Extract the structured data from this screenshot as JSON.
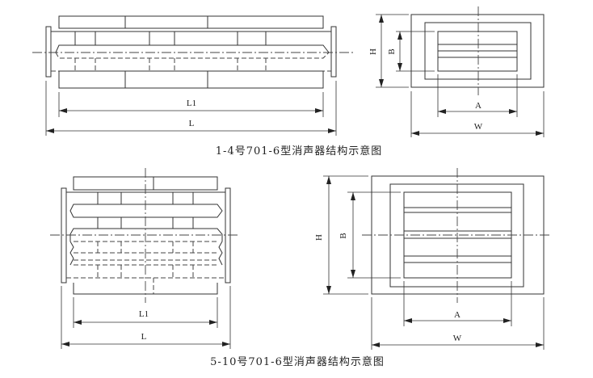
{
  "diagram_top": {
    "caption": "1-4号701-6型消声器结构示意图",
    "labels": {
      "L1": "L1",
      "L": "L",
      "H": "H",
      "B": "B",
      "A": "A",
      "W": "W"
    }
  },
  "diagram_bottom": {
    "caption": "5-10号701-6型消声器结构示意图",
    "labels": {
      "L1": "L1",
      "L": "L",
      "H": "H",
      "B": "B",
      "A": "A",
      "W": "W"
    }
  },
  "colors": {
    "line": "#333333",
    "background": "#ffffff"
  }
}
